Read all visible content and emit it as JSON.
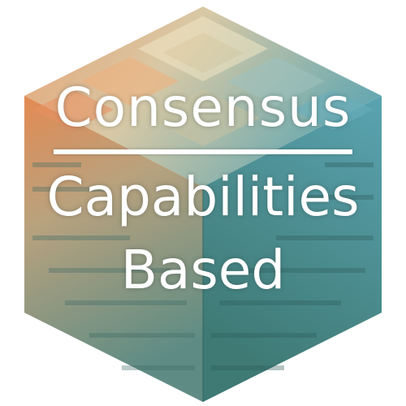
{
  "title": {
    "line1": "Consensus",
    "line2": "Capabilities",
    "line3": "Based"
  },
  "colors": {
    "text": "#ffffff",
    "orange": "#e58a4f",
    "peach": "#e8b88a",
    "teal": "#5aa6b0",
    "sage": "#7fa796",
    "dark_teal": "#3f7e7b",
    "cream": "#d9d2b4"
  }
}
